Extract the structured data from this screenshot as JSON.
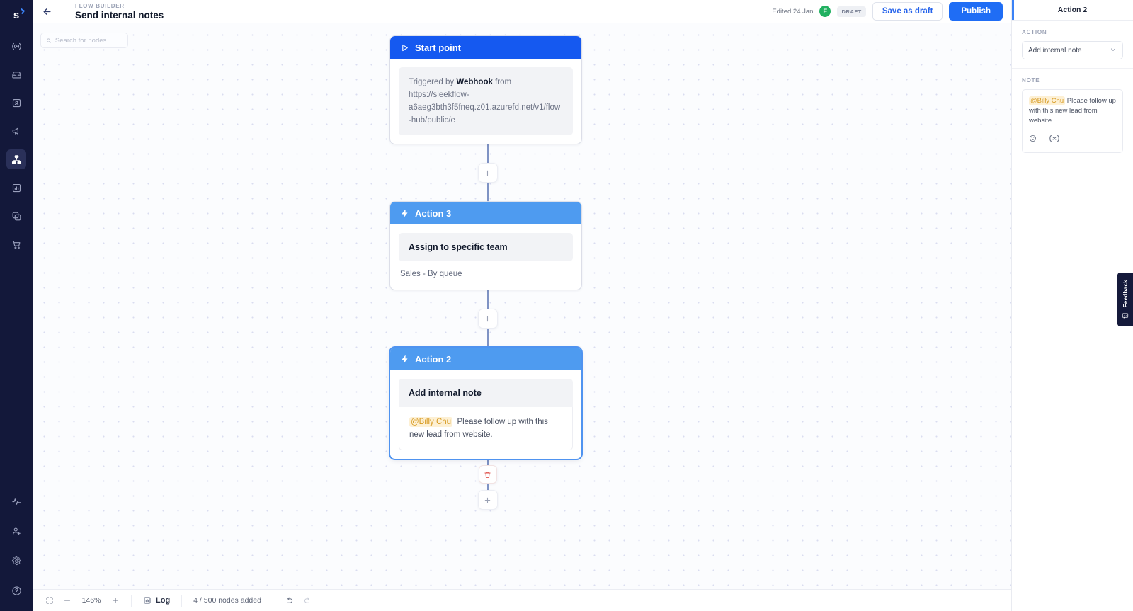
{
  "brand": {
    "logo_text": "s"
  },
  "sidebar": {
    "items": [
      {
        "name": "broadcast",
        "icon": "broadcast-icon",
        "active": false
      },
      {
        "name": "inbox",
        "icon": "inbox-icon",
        "active": false
      },
      {
        "name": "contacts",
        "icon": "contacts-icon",
        "active": false
      },
      {
        "name": "campaigns",
        "icon": "megaphone-icon",
        "active": false
      },
      {
        "name": "flow-builder",
        "icon": "flow-builder-icon",
        "active": true
      },
      {
        "name": "analytics",
        "icon": "analytics-icon",
        "active": false
      },
      {
        "name": "integrations",
        "icon": "integrations-icon",
        "active": false
      },
      {
        "name": "commerce",
        "icon": "cart-icon",
        "active": false
      }
    ],
    "bottom_items": [
      {
        "name": "activity",
        "icon": "pulse-icon"
      },
      {
        "name": "invite-user",
        "icon": "user-add-icon"
      },
      {
        "name": "settings",
        "icon": "gear-icon"
      },
      {
        "name": "help",
        "icon": "help-circle-icon"
      }
    ]
  },
  "header": {
    "back_icon": "arrow-left-icon",
    "eyebrow": "FLOW BUILDER",
    "title": "Send internal notes",
    "edited": "Edited 24 Jan",
    "avatar_initial": "E",
    "avatar_color": "#22b161",
    "status_badge": "DRAFT",
    "save_draft_label": "Save as draft",
    "publish_label": "Publish",
    "publish_color": "#1f6df5"
  },
  "search": {
    "placeholder": "Search for nodes",
    "value": "",
    "icon": "search-icon"
  },
  "flow": {
    "nodes": [
      {
        "id": "start",
        "icon": "play-icon",
        "title": "Start point",
        "header_color": "#1559f0",
        "body_prefix": "Triggered by ",
        "body_bold": "Webhook",
        "body_suffix": " from https://sleekflow-a6aeg3bth3f5fneq.z01.azurefd.net/v1/flow-hub/public/e",
        "selected": false
      },
      {
        "id": "action3",
        "icon": "lightning-icon",
        "title": "Action 3",
        "header_color": "#4e9bf0",
        "action_label": "Assign to specific team",
        "detail": "Sales - By queue",
        "selected": false
      },
      {
        "id": "action2",
        "icon": "lightning-icon",
        "title": "Action 2",
        "header_color": "#4e9bf0",
        "action_label": "Add internal note",
        "note_mention": "@Billy Chu",
        "note_text": "Please follow up with this new lead from website.",
        "selected": true
      }
    ],
    "add_node_icon": "plus-icon",
    "delete_icon": "trash-icon"
  },
  "bottombar": {
    "fit_icon": "fit-screen-icon",
    "zoom_out_icon": "minus-icon",
    "zoom_level": "146%",
    "zoom_in_icon": "plus-icon",
    "log_icon": "log-icon",
    "log_label": "Log",
    "nodes_count": "4 / 500 nodes added",
    "undo_icon": "undo-icon",
    "redo_icon": "redo-icon"
  },
  "right_panel": {
    "title": "Action 2",
    "action_label": "ACTION",
    "action_value": "Add internal note",
    "chevron_icon": "chevron-down-icon",
    "note_label": "NOTE",
    "note_mention": "@Billy Chu",
    "note_text": "Please follow up with this new lead from website.",
    "emoji_icon": "emoji-icon",
    "variable_icon": "variable-icon"
  },
  "feedback": {
    "label": "Feedback",
    "icon": "feedback-icon"
  }
}
